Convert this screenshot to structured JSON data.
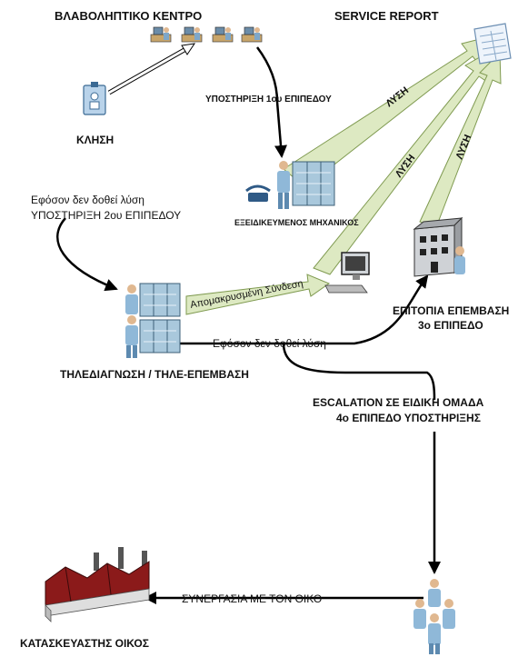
{
  "labels": {
    "call_center": "ΒΛΑΒΟΛΗΠΤΙΚΟ ΚΕΝΤΡΟ",
    "service_report": "SERVICE REPORT",
    "call": "ΚΛΗΣΗ",
    "support_level1": "ΥΠΟΣΤΗΡΙΞΗ 1ου ΕΠΙΠΕΔΟΥ",
    "specialized_engineer": "ΕΞΕΙΔΙΚΕΥΜΕΝΟΣ ΜΗΧΑΝΙΚΟΣ",
    "no_solution_line1": "Εφόσον δεν δοθεί λύση",
    "support_level2": "ΥΠΟΣΤΗΡΙΞΗ 2ου ΕΠΙΠΕΔΟΥ",
    "remote_connection": "Απομακρυσμένη Σύνδεση",
    "onsite_line1": "ΕΠΙΤΟΠΙΑ ΕΠΕΜΒΑΣΗ",
    "onsite_line2": "3ο ΕΠΙΠΕΔΟ",
    "no_solution_2": "Εφόσον δεν δοθεί λύση",
    "telediagnosis": "ΤΗΛΕΔΙΑΓΝΩΣΗ / ΤΗΛΕ-ΕΠΕΜΒΑΣΗ",
    "escalation_line1": "ESCALATION ΣΕ ΕΙΔΙΚΗ ΟΜΑΔΑ",
    "escalation_line2": "4ο ΕΠΙΠΕΔΟ ΥΠΟΣΤΗΡΙΞΗΣ",
    "cooperation": "ΣΥΝΕΡΓΑΣΙΑ ΜΕ ΤΟΝ ΟΙΚΟ",
    "manufacturer": "ΚΑΤΑΣΚΕΥΑΣΤΗΣ ΟΙΚΟΣ"
  },
  "arrows": {
    "solution_label": "ΛΥΣΗ"
  },
  "colors": {
    "arrow_fill": "#dde9c2",
    "arrow_stroke": "#7f9a50",
    "server": "#a9c8dc",
    "person": "#8fb8d8",
    "factory_roof": "#8b1a1a",
    "line": "#000000"
  }
}
